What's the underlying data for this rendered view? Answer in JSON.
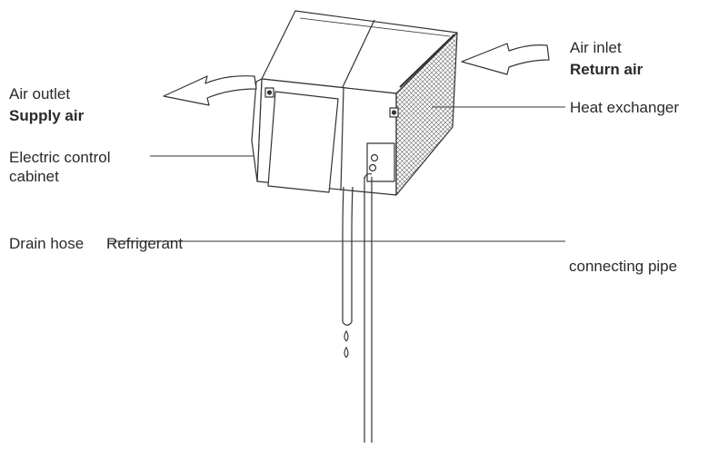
{
  "labels": {
    "air_outlet": "Air outlet",
    "supply_air": "Supply air",
    "electric_control_cabinet": "Electric control cabinet",
    "drain_hose": "Drain hose",
    "refrigerant": "Refrigerant",
    "connecting_pipe": "connecting pipe",
    "air_inlet": "Air inlet",
    "return_air": "Return air",
    "heat_exchanger": "Heat exchanger"
  },
  "colors": {
    "line": "#333333",
    "text": "#2a2a2a",
    "fill": "#ffffff",
    "grille": "#555555"
  }
}
